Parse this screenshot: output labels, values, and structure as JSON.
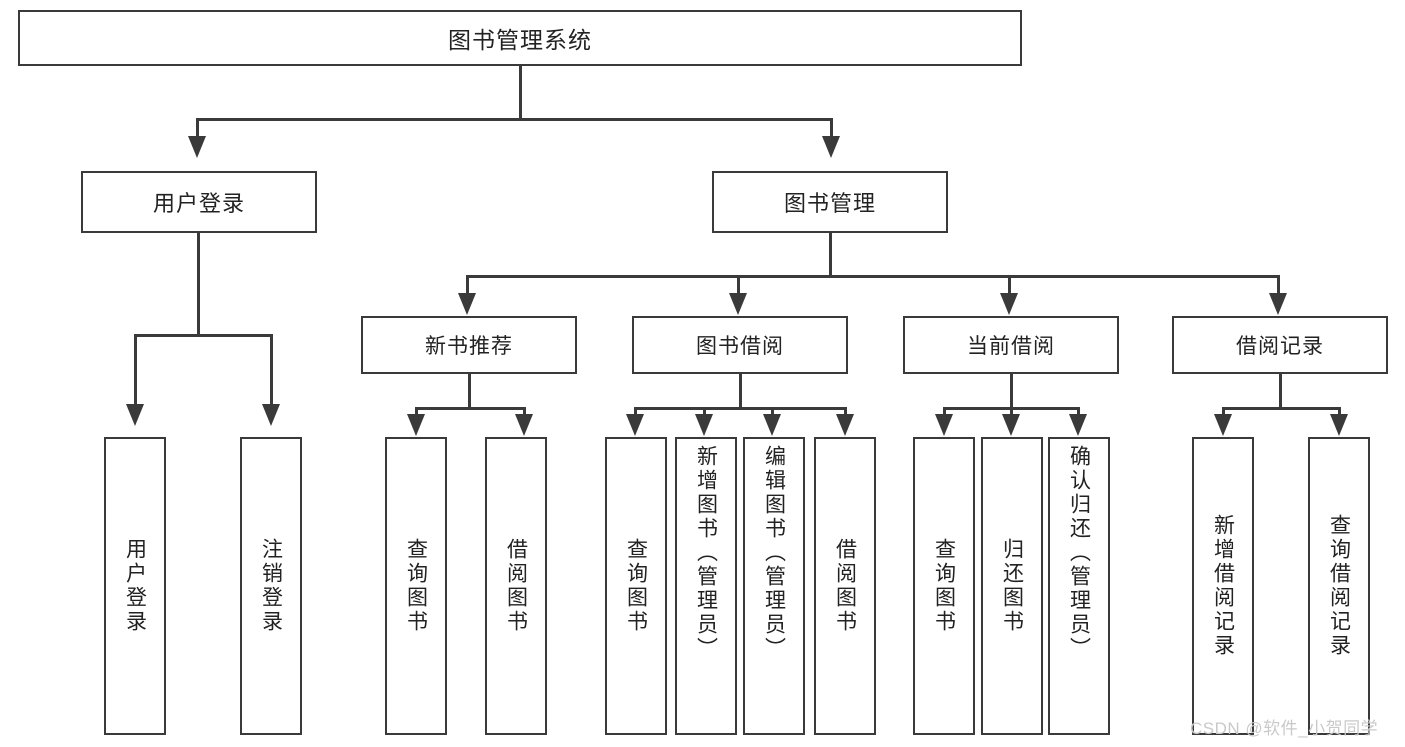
{
  "diagram": {
    "title": "图书管理系统",
    "type": "hierarchy-tree",
    "root": {
      "label": "图书管理系统"
    },
    "level2": [
      {
        "label": "用户登录"
      },
      {
        "label": "图书管理"
      }
    ],
    "level3": [
      {
        "label": "新书推荐"
      },
      {
        "label": "图书借阅"
      },
      {
        "label": "当前借阅"
      },
      {
        "label": "借阅记录"
      }
    ],
    "leaves": [
      {
        "label": "用户登录",
        "parent": "用户登录"
      },
      {
        "label": "注销登录",
        "parent": "用户登录"
      },
      {
        "label": "查询图书",
        "parent": "新书推荐"
      },
      {
        "label": "借阅图书",
        "parent": "新书推荐"
      },
      {
        "label": "查询图书",
        "parent": "图书借阅"
      },
      {
        "label": "新增图书（管理员）",
        "parent": "图书借阅"
      },
      {
        "label": "编辑图书（管理员）",
        "parent": "图书借阅"
      },
      {
        "label": "借阅图书",
        "parent": "图书借阅"
      },
      {
        "label": "查询图书",
        "parent": "当前借阅"
      },
      {
        "label": "归还图书",
        "parent": "当前借阅"
      },
      {
        "label": "确认归还（管理员）",
        "parent": "当前借阅"
      },
      {
        "label": "新增借阅记录",
        "parent": "借阅记录"
      },
      {
        "label": "查询借阅记录",
        "parent": "借阅记录"
      }
    ]
  },
  "watermark": {
    "text": "CSDN @软件_小贺同学"
  },
  "colors": {
    "stroke": "#3a3a3a",
    "text": "#222222",
    "background": "#ffffff",
    "watermark": "#c9c9c9"
  }
}
